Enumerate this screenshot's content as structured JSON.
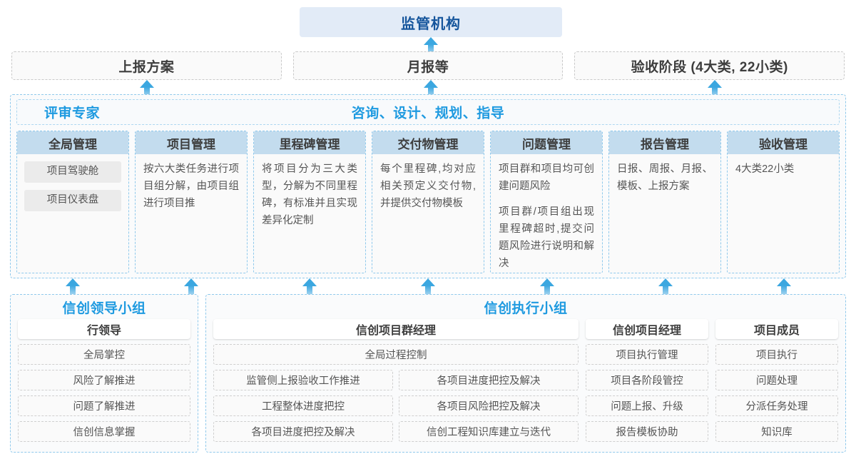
{
  "top": {
    "regulator": "监管机构",
    "reports": [
      "上报方案",
      "月报等",
      "验收阶段 (4大类, 22小类)"
    ]
  },
  "middle": {
    "left_label": "评审专家",
    "center_label": "咨询、设计、规划、指导",
    "cards": [
      {
        "title": "全局管理",
        "type": "pills",
        "pills": [
          "项目驾驶舱",
          "项目仪表盘"
        ],
        "paragraphs": []
      },
      {
        "title": "项目管理",
        "type": "text",
        "pills": [],
        "paragraphs": [
          "按六大类任务进行项目组分解，由项目组进行项目推"
        ]
      },
      {
        "title": "里程碑管理",
        "type": "text",
        "pills": [],
        "paragraphs": [
          "将项目分为三大类型，分解为不同里程碑，有标准并且实现差异化定制"
        ]
      },
      {
        "title": "交付物管理",
        "type": "text",
        "pills": [],
        "paragraphs": [
          "每个里程碑,均对应相关预定义交付物,并提供交付物模板"
        ]
      },
      {
        "title": "问题管理",
        "type": "text",
        "pills": [],
        "paragraphs": [
          "项目群和项目均可创建问题风险",
          "项目群/项目组出现里程碑超时,提交问题风险进行说明和解决"
        ]
      },
      {
        "title": "报告管理",
        "type": "text",
        "pills": [],
        "paragraphs": [
          "日报、周报、月报、模板、上报方案"
        ]
      },
      {
        "title": "验收管理",
        "type": "text",
        "pills": [],
        "paragraphs": [
          "4大类22小类"
        ]
      }
    ]
  },
  "bottom": {
    "leader_group": {
      "title": "信创领导小组",
      "role": "行领导",
      "tasks": [
        "全局掌控",
        "风险了解推进",
        "问题了解推进",
        "信创信息掌握"
      ]
    },
    "exec_group": {
      "title": "信创执行小组",
      "program_manager": {
        "role": "信创项目群经理",
        "full_task": "全局过程控制",
        "left_tasks": [
          "监管侧上报验收工作推进",
          "工程整体进度把控",
          "各项目进度把控及解决"
        ],
        "right_tasks": [
          "各项目进度把控及解决",
          "各项目风险把控及解决",
          "信创工程知识库建立与迭代"
        ]
      },
      "project_manager": {
        "role": "信创项目经理",
        "tasks": [
          "项目执行管理",
          "项目各阶段管控",
          "问题上报、升级",
          "报告模板协助"
        ]
      },
      "project_member": {
        "role": "项目成员",
        "tasks": [
          "项目执行",
          "问题处理",
          "分派任务处理",
          "知识库"
        ]
      }
    }
  },
  "colors": {
    "accent_blue": "#1e9ae0",
    "title_blue": "#15559c",
    "card_header": "#c3dcee",
    "regulator_bg": "#e2ebf7"
  }
}
